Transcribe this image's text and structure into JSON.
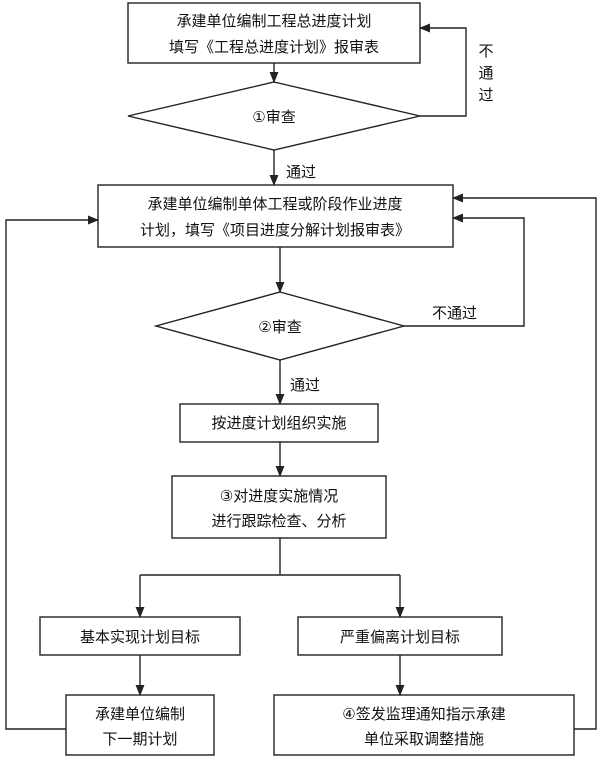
{
  "nodes": {
    "n1": {
      "line1": "承建单位编制工程总进度计划",
      "line2": "填写《工程总进度计划》报审表"
    },
    "d1": {
      "text": "①审查"
    },
    "n2": {
      "line1": "承建单位编制单体工程或阶段作业进度",
      "line2": "计划，填写《项目进度分解计划报审表》"
    },
    "d2": {
      "text": "②审查"
    },
    "n3": {
      "text": "按进度计划组织实施"
    },
    "n4": {
      "line1": "③对进度实施情况",
      "line2": "进行跟踪检查、分析"
    },
    "n5": {
      "text": "基本实现计划目标"
    },
    "n6": {
      "text": "严重偏离计划目标"
    },
    "n7": {
      "line1": "承建单位编制",
      "line2": "下一期计划"
    },
    "n8": {
      "line1": "④签发监理通知指示承建",
      "line2": "单位采取调整措施"
    }
  },
  "edges": {
    "reject1": {
      "chars": [
        "不",
        "通",
        "过"
      ]
    },
    "pass1": "通过",
    "reject2": "不通过",
    "pass2": "通过"
  }
}
